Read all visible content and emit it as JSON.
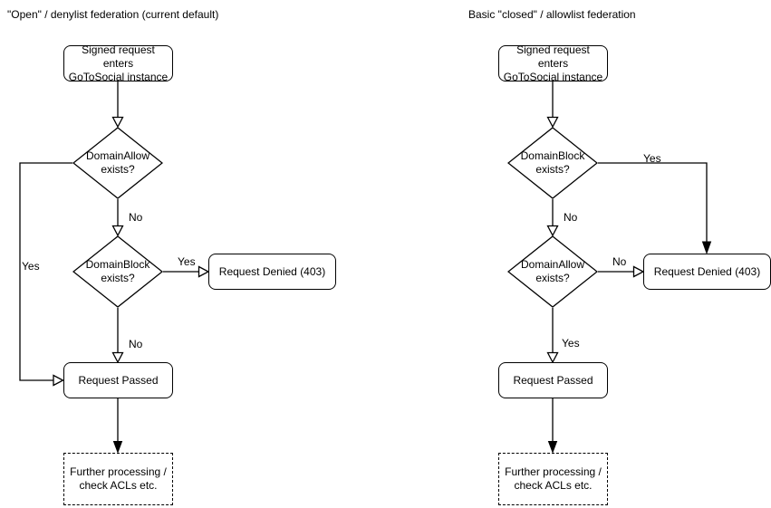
{
  "diagram": {
    "colors": {
      "stroke": "#000000",
      "text": "#000000",
      "node_fill": "#ffffff",
      "background": "#ffffff"
    },
    "charts": [
      {
        "id": "open-denylist-federation",
        "title": "\"Open\" / denylist federation (current default)",
        "nodes": {
          "entry": "Signed request enters\nGoToSocial instance",
          "first_check": "DomainAllow\nexists?",
          "second_check": "DomainBlock\nexists?",
          "denied": "Request Denied (403)",
          "passed": "Request Passed",
          "further": "Further processing /\ncheck ACLs etc."
        },
        "edge_labels": {
          "first_yes": "Yes",
          "first_no": "No",
          "second_yes": "Yes",
          "second_no": "No"
        }
      },
      {
        "id": "closed-allowlist-federation",
        "title": "Basic \"closed\" / allowlist federation",
        "nodes": {
          "entry": "Signed request enters\nGoToSocial instance",
          "first_check": "DomainBlock\nexists?",
          "second_check": "DomainAllow\nexists?",
          "denied": "Request Denied (403)",
          "passed": "Request Passed",
          "further": "Further processing /\ncheck ACLs etc."
        },
        "edge_labels": {
          "first_yes": "Yes",
          "first_no": "No",
          "second_no": "No",
          "second_yes": "Yes"
        }
      }
    ]
  }
}
